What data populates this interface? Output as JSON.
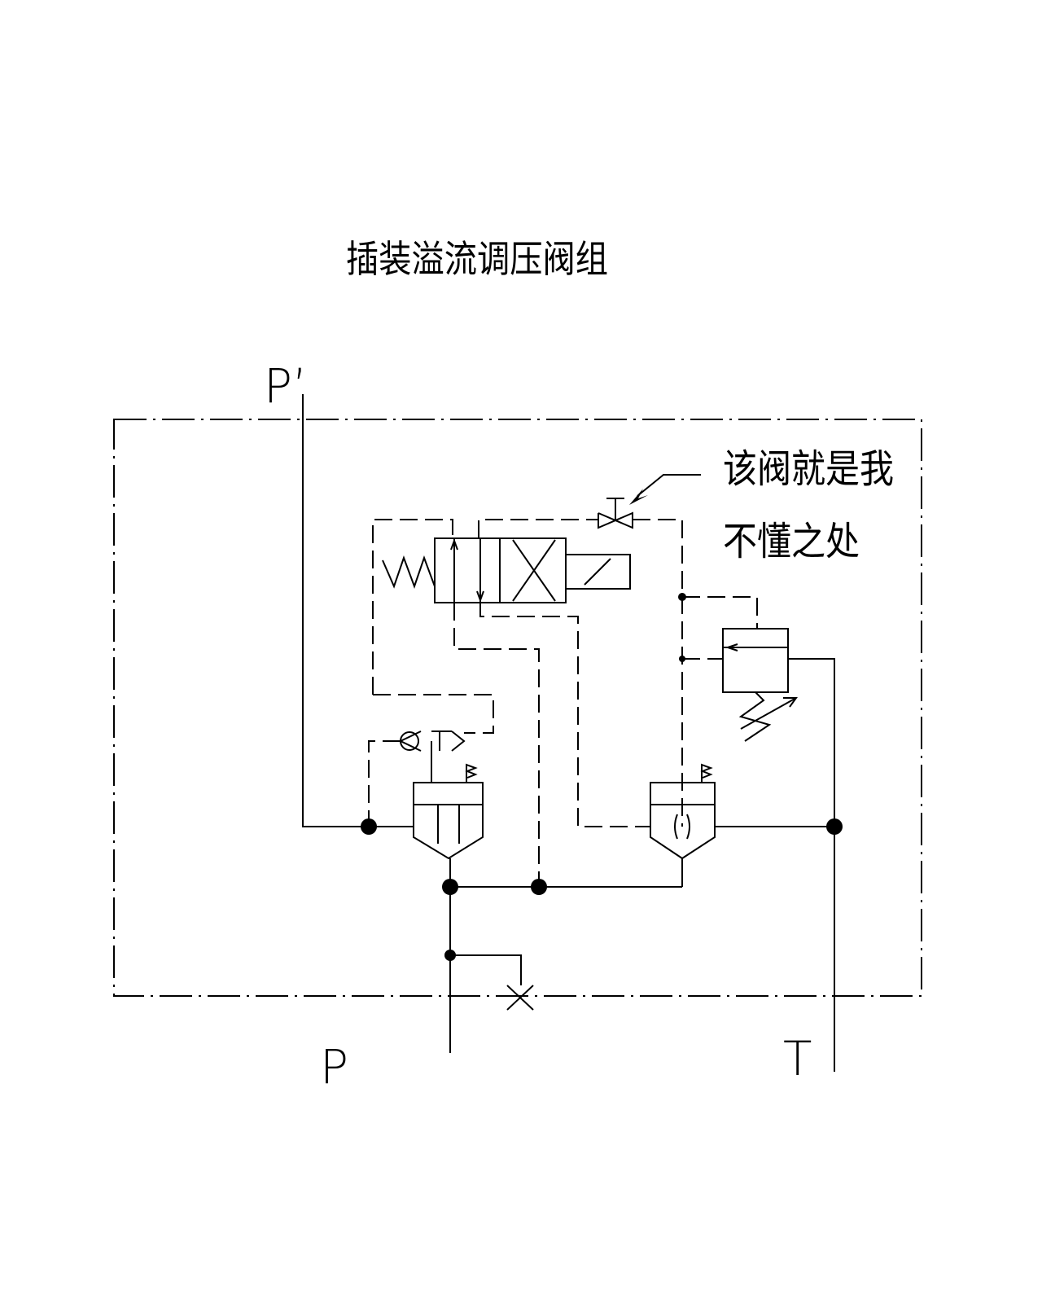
{
  "title": "插装溢流调压阀组",
  "annotation": {
    "line1": "该阀就是我",
    "line2": "不懂之处"
  },
  "ports": {
    "p_prime": "P’",
    "p": "P",
    "t": "T"
  }
}
